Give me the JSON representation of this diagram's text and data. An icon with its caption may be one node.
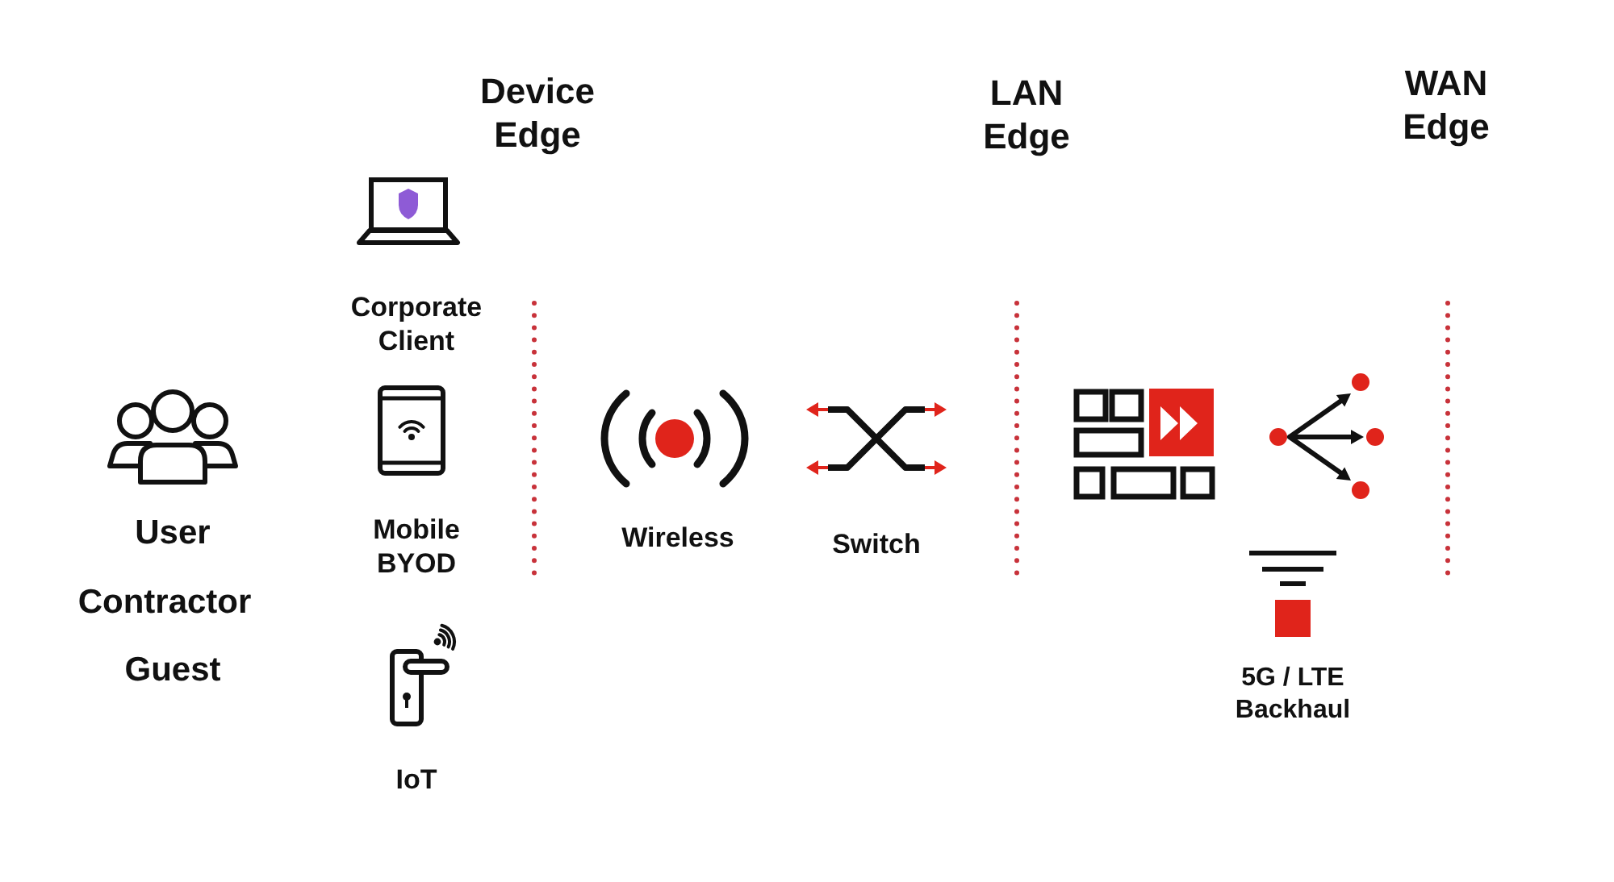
{
  "diagram": {
    "nodes": [
      {
        "text": [],
        "shape": "picture",
        "beside": [
          "User",
          "Contractor",
          "Guest"
        ]
      },
      {
        "text": [],
        "shape": "picture",
        "beside": [
          "Corporate Client"
        ]
      },
      {
        "text": [],
        "shape": "picture",
        "beside": [
          "Mobile BYOD"
        ]
      },
      {
        "text": [],
        "shape": "picture",
        "beside": [
          "IoT"
        ]
      },
      {
        "text": [],
        "shape": "picture",
        "beside": [
          "Wireless"
        ]
      },
      {
        "text": [],
        "shape": "picture",
        "beside": [
          "Switch"
        ]
      },
      {
        "text": [],
        "shape": "picture"
      },
      {
        "text": [],
        "shape": "picture"
      },
      {
        "text": [],
        "shape": "picture",
        "beside": [
          "5G / LTE Backhaul"
        ]
      }
    ],
    "labels": [
      "Device Edge",
      "LAN Edge",
      "WAN Edge"
    ]
  }
}
